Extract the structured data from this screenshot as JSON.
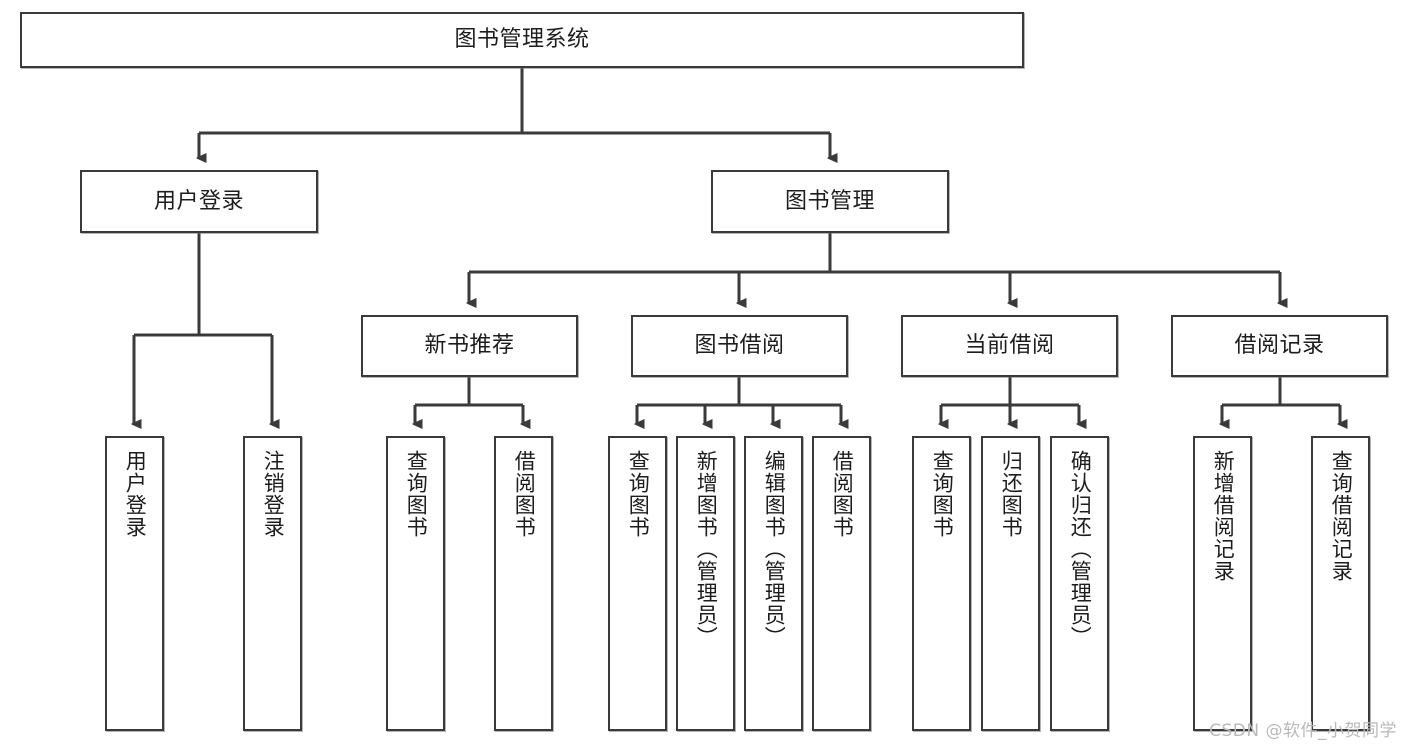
{
  "diagram": {
    "title": "图书管理系统",
    "type": "tree",
    "watermark": "CSDN @软件_小贺同学",
    "stroke_color": "#3a3a3a",
    "text_color": "#1d1d1d",
    "background": "#ffffff",
    "root": {
      "label": "图书管理系统"
    },
    "level2": [
      {
        "label": "用户登录"
      },
      {
        "label": "图书管理"
      }
    ],
    "level3": [
      {
        "label": "新书推荐"
      },
      {
        "label": "图书借阅"
      },
      {
        "label": "当前借阅"
      },
      {
        "label": "借阅记录"
      }
    ],
    "leaves": {
      "user_login": [
        {
          "label": "用户登录"
        },
        {
          "label": "注销登录"
        }
      ],
      "new_book_recommend": [
        {
          "label": "查询图书"
        },
        {
          "label": "借阅图书"
        }
      ],
      "book_borrow": [
        {
          "label": "查询图书"
        },
        {
          "label": "新增图书（管理员）"
        },
        {
          "label": "编辑图书（管理员）"
        },
        {
          "label": "借阅图书"
        }
      ],
      "current_borrow": [
        {
          "label": "查询图书"
        },
        {
          "label": "归还图书"
        },
        {
          "label": "确认归还（管理员）"
        }
      ],
      "borrow_record": [
        {
          "label": "新增借阅记录"
        },
        {
          "label": "查询借阅记录"
        }
      ]
    }
  }
}
